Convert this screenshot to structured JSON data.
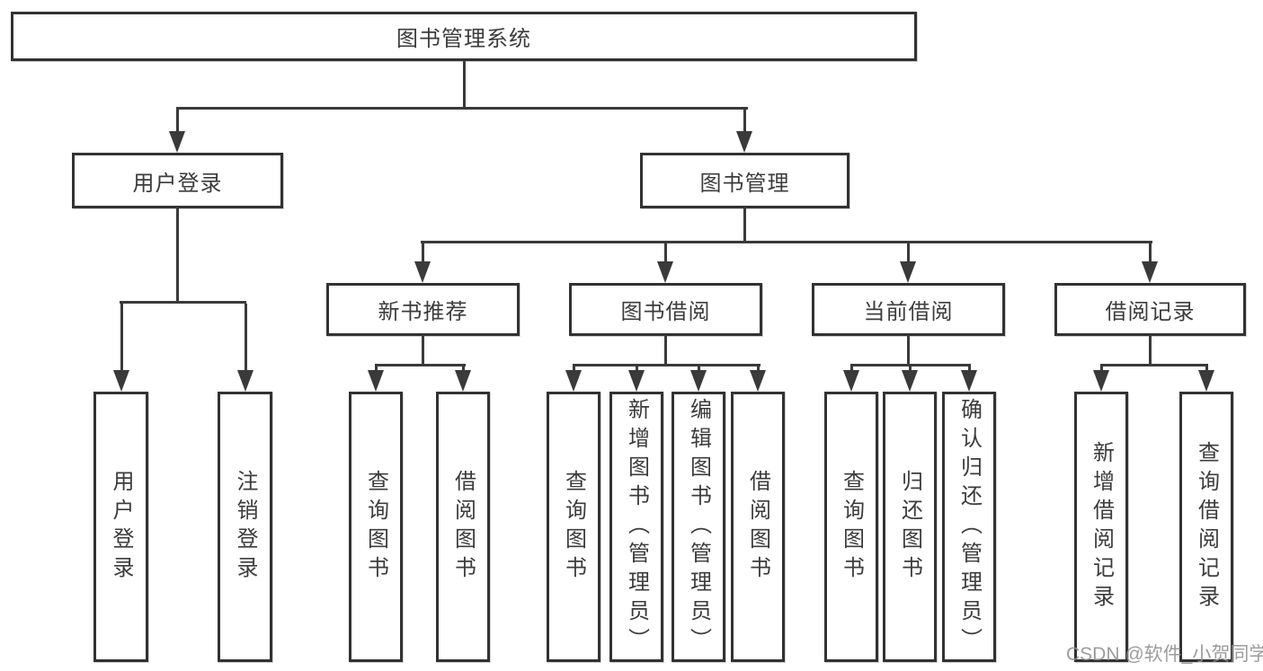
{
  "diagram": {
    "title_node": "图书管理系统",
    "root": "图书管理系统",
    "level2": [
      "用户登录",
      "图书管理"
    ],
    "level3": [
      "新书推荐",
      "图书借阅",
      "当前借阅",
      "借阅记录"
    ],
    "leaves": {
      "login": [
        "用户登录",
        "注销登录"
      ],
      "recommend": [
        "查询图书",
        "借阅图书"
      ],
      "borrow": [
        "查询图书",
        "新增图书（管理员）",
        "编辑图书（管理员）",
        "借阅图书"
      ],
      "current": [
        "查询图书",
        "归还图书",
        "确认归还（管理员）"
      ],
      "records": [
        "新增借阅记录",
        "查询借阅记录"
      ]
    }
  },
  "watermark": {
    "text": "CSDN @软件_小贺同学"
  },
  "colors": {
    "line": "#3a3a3a",
    "box_border": "#323232",
    "text": "#3c3c3c",
    "watermark": "#8f8f8f",
    "background": "#ffffff"
  }
}
